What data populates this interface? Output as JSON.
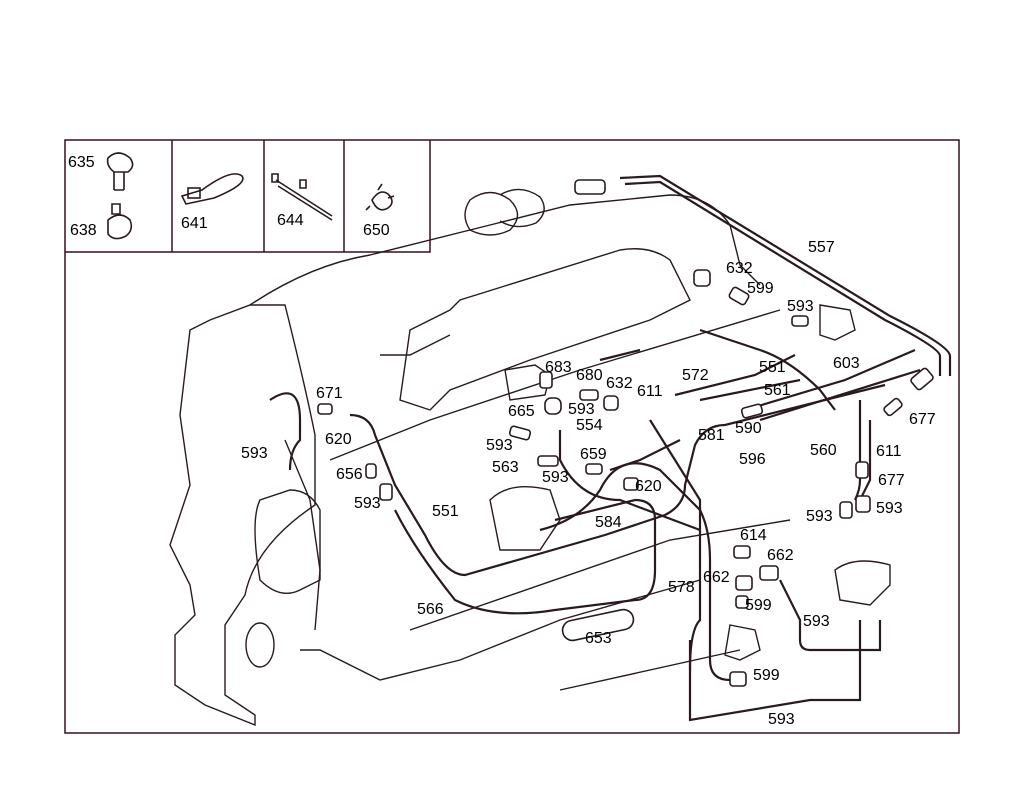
{
  "colors": {
    "line": "#2a1a20",
    "frame": "#3b0d1e",
    "background": "#ffffff"
  },
  "inset_parts": {
    "clamp_top": "635",
    "clamp_bottom": "638",
    "cable_tie": "641",
    "strap": "644",
    "clip": "650"
  },
  "callouts": [
    "557",
    "632",
    "599",
    "593",
    "551",
    "603",
    "683",
    "680",
    "632",
    "611",
    "572",
    "561",
    "671",
    "665",
    "593",
    "554",
    "593",
    "581",
    "590",
    "677",
    "620",
    "593",
    "659",
    "560",
    "611",
    "563",
    "596",
    "656",
    "593",
    "620",
    "677",
    "593",
    "551",
    "584",
    "593",
    "593",
    "614",
    "662",
    "578",
    "662",
    "599",
    "566",
    "653",
    "593",
    "599",
    "593"
  ]
}
